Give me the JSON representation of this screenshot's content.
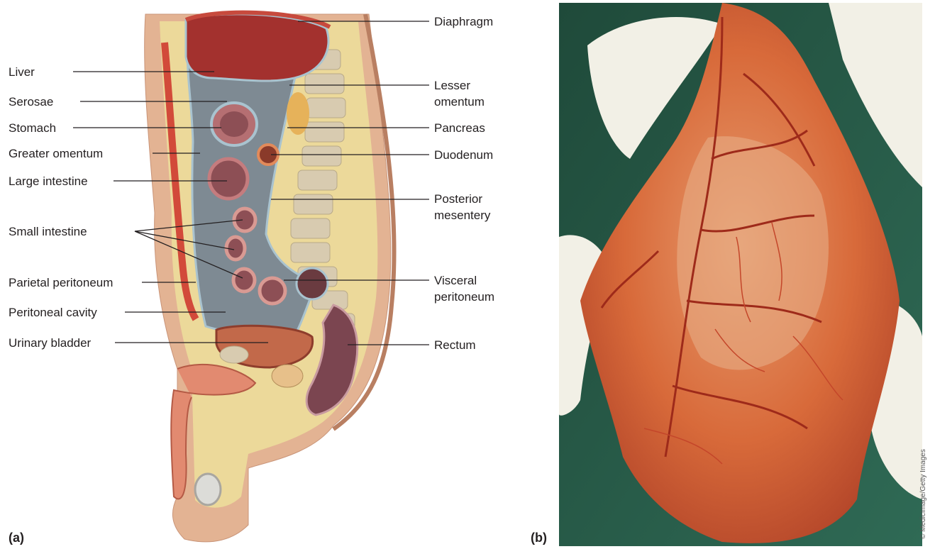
{
  "panel_a": {
    "letter": "(a)",
    "labels_left": {
      "liver": "Liver",
      "serosae": "Serosae",
      "stomach": "Stomach",
      "greater_omentum": "Greater omentum",
      "large_intestine": "Large intestine",
      "small_intestine": "Small intestine",
      "parietal_peritoneum": "Parietal peritoneum",
      "peritoneal_cavity": "Peritoneal cavity",
      "urinary_bladder": "Urinary bladder"
    },
    "labels_right": {
      "diaphragm": "Diaphragm",
      "lesser_omentum_1": "Lesser",
      "lesser_omentum_2": "omentum",
      "pancreas": "Pancreas",
      "duodenum": "Duodenum",
      "posterior_mesentery_1": "Posterior",
      "posterior_mesentery_2": "mesentery",
      "visceral_peritoneum_1": "Visceral",
      "visceral_peritoneum_2": "peritoneum",
      "rectum": "Rectum"
    }
  },
  "panel_b": {
    "letter": "(b)",
    "credit": "© MedicImage/Getty Images"
  },
  "colors": {
    "cavity": "#7e8a93",
    "liver": "#a3312e",
    "serosa": "#a9c3cf",
    "fat": "#ecd99a",
    "spine": "#d8cbb0",
    "skin": "#e3b393",
    "photo_tissue": "#d86a3a",
    "glove": "#f2f0e6"
  }
}
